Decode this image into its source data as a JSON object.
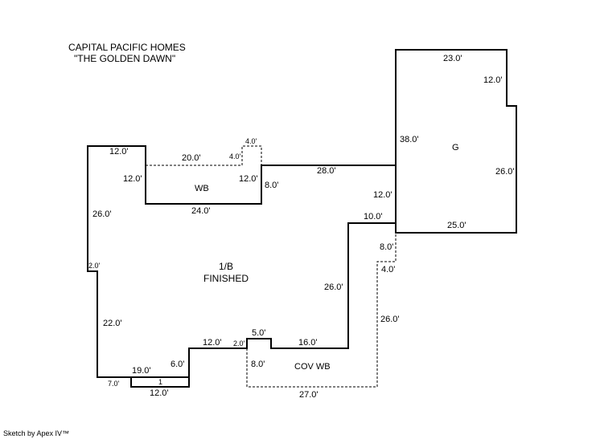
{
  "header": {
    "line1": "CAPITAL PACIFIC HOMES",
    "line2": "\"THE GOLDEN DAWN\""
  },
  "footer": "Sketch by Apex IV™",
  "areas": {
    "living_1": "1/B",
    "living_2": "FINISHED",
    "wb": "WB",
    "garage": "G",
    "cov_wb": "COV WB",
    "small": "1"
  },
  "dims": {
    "top_left": "12.0'",
    "wb_dash_top": "20.0'",
    "bump_top": "4.0'",
    "bump_side": "4.0'",
    "wb_left": "12.0'",
    "wb_right": "12.0'",
    "wb_bottom": "24.0'",
    "right_of_wb": "8.0'",
    "top_mid": "28.0'",
    "left_long": "26.0'",
    "left_jog": "2.0'",
    "left_lower": "22.0'",
    "g_top": "23.0'",
    "g_notch": "12.0'",
    "g_left": "38.0'",
    "g_right": "26.0'",
    "g_bottom": "25.0'",
    "right_upper": "12.0'",
    "step": "10.0'",
    "right_long": "26.0'",
    "cov_top_gap": "8.0'",
    "cov_jog": "4.0'",
    "cov_right": "26.0'",
    "cov_bottom": "27.0'",
    "cov_left": "8.0'",
    "bottom_16": "16.0'",
    "bump5": "5.0'",
    "bump2": "2.0'",
    "bottom_12": "12.0'",
    "step6": "6.0'",
    "bottom_19": "19.0'",
    "small_7": "7.0'",
    "small_12": "12.0'"
  }
}
